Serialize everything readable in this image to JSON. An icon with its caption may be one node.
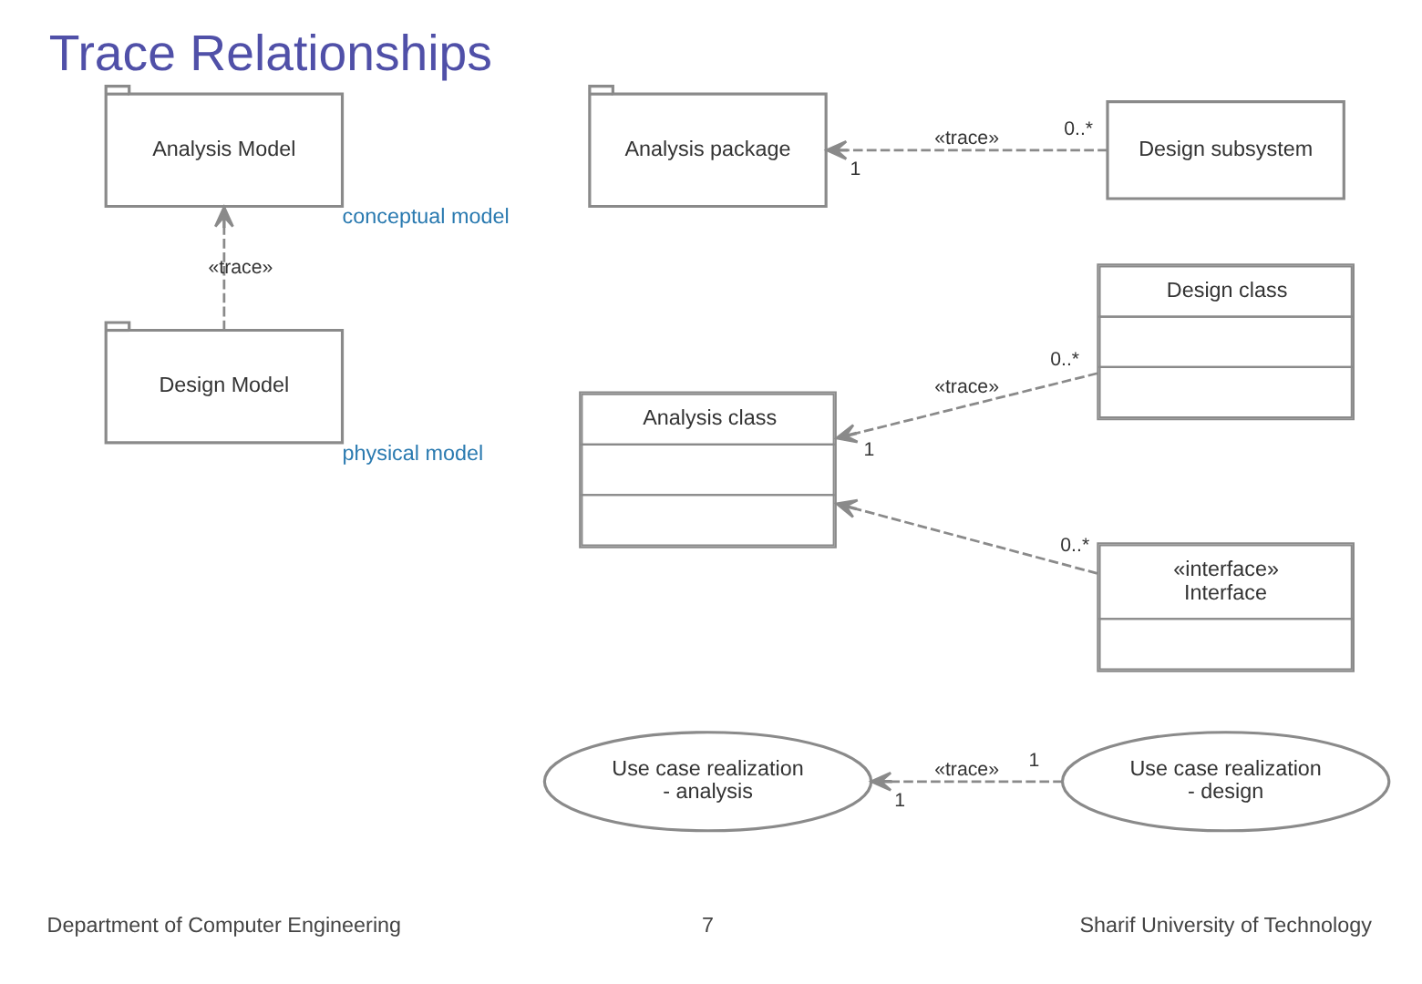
{
  "diagram": {
    "title": "Trace Relationships",
    "nodes": [
      {
        "text": [
          "Analysis Model"
        ],
        "beside": [
          "conceptual model"
        ]
      },
      {
        "text": [
          "Design Model"
        ],
        "beside": [
          "physical model"
        ]
      },
      {
        "text": [
          "Analysis package"
        ]
      },
      {
        "text": [
          "Design subsystem"
        ]
      },
      {
        "text": [
          "Analysis class"
        ]
      },
      {
        "text": [
          "Design class"
        ]
      },
      {
        "text": [
          "«interface»",
          "Interface"
        ]
      },
      {
        "text": [
          "Use case realization - analysis"
        ]
      },
      {
        "text": [
          "Use case realization - design"
        ]
      }
    ],
    "edges": [
      {
        "from": 1,
        "to": 0,
        "arrow": "to",
        "label": "«trace»",
        "style": "dashed"
      },
      {
        "from": 3,
        "to": 2,
        "arrow": "to",
        "label": "«trace»",
        "style": "dashed"
      },
      {
        "from": 5,
        "to": 4,
        "arrow": "to",
        "label": "«trace»",
        "style": "dashed"
      },
      {
        "from": 6,
        "to": 4,
        "arrow": "to",
        "style": "dashed"
      },
      {
        "from": 8,
        "to": 7,
        "arrow": "to",
        "label": "«trace»",
        "style": "dashed"
      }
    ],
    "labels": [
      "1",
      "0..*",
      "1",
      "0..*",
      "0..*",
      "1",
      "1",
      "Department of Computer Engineering",
      "7",
      "Sharif University of Technology"
    ]
  }
}
